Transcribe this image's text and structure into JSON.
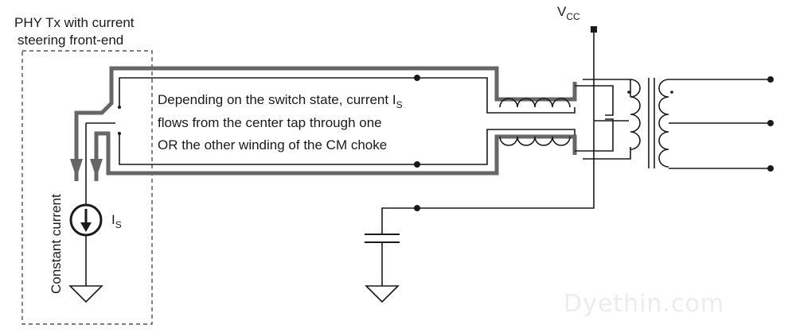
{
  "phy_box": {
    "line1": "PHY Tx with current",
    "line2": "steering front-end"
  },
  "vcc": {
    "main": "V",
    "sub": "CC"
  },
  "source": {
    "vertical_label": "Constant current",
    "current_main": "I",
    "current_sub": "S"
  },
  "annotation": {
    "line1_main": "Depending on the switch state, current I",
    "line1_sub": "S",
    "line2": "flows from the center tap through one",
    "line3": "OR the other winding of the CM choke"
  },
  "watermark": "Dyethin.com",
  "colors": {
    "wire": "#1a1a1a",
    "current_path": "#666666",
    "box": "#333333",
    "watermark": "#ececec"
  }
}
